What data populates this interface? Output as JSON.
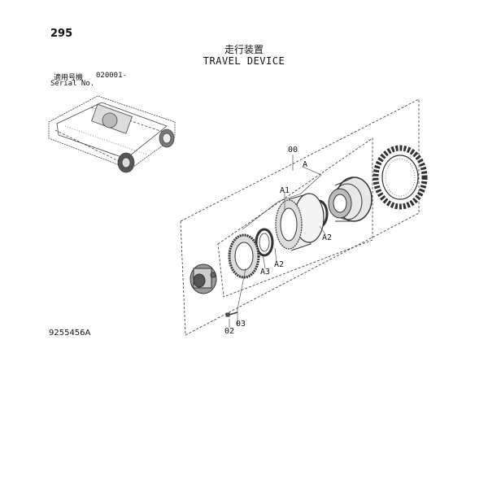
{
  "page": {
    "number": "295"
  },
  "title": {
    "japanese": "走行装置",
    "english": "TRAVEL DEVICE"
  },
  "serial": {
    "label_japanese": "適用号機",
    "value": "020001-",
    "label_english": "Serial No."
  },
  "drawing_number": "9255456A",
  "callouts": {
    "assembly": "00",
    "group_a": "A",
    "a1": "A1",
    "a2_upper": "A2",
    "a2_lower": "A2",
    "a3": "A3",
    "p02": "02",
    "p03": "03"
  }
}
